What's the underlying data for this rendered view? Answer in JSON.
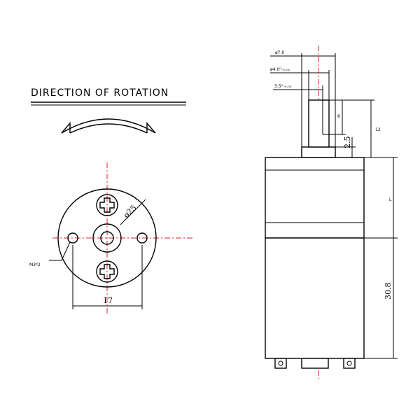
{
  "title": "DIRECTION OF ROTATION",
  "front_view": {
    "diameter_label": "ø25",
    "hole_label": "M3*2",
    "hole_spacing_label": "17"
  },
  "side_view": {
    "shaft_diameter_label": "ø7.0",
    "shaft_tol_label": "ø4.0⁰₋₀.₀₂",
    "flat_label": "3.5⁰₋₀.₀₅",
    "flat_length_label": "8",
    "shaft_length_label": "12",
    "collar_label": "2.5",
    "gearbox_length_label": "L",
    "motor_length_label": "30.8"
  }
}
